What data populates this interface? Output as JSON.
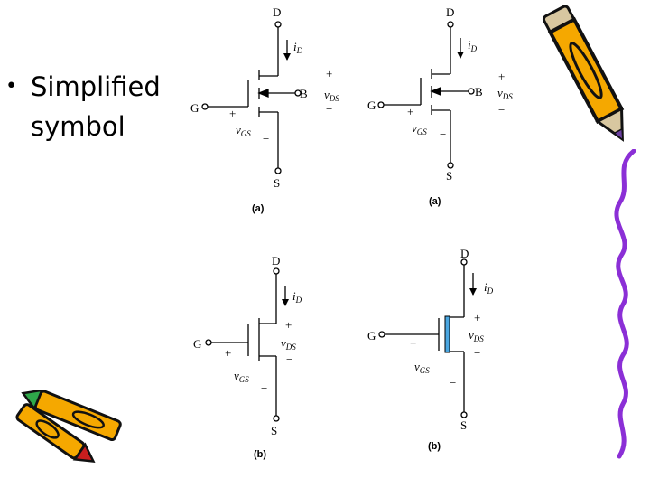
{
  "slide": {
    "bullet_glyph": "•",
    "bullet_line1": "Simplified",
    "bullet_line2": "symbol"
  },
  "circuits": [
    {
      "d": "D",
      "g": "G",
      "s": "S",
      "b": "B",
      "id_i": "i",
      "id_sub": "D",
      "vds_v": "v",
      "vds_sub": "DS",
      "vgs_v": "v",
      "vgs_sub": "GS",
      "plus": "+",
      "minus": "−",
      "caption": "(a)"
    },
    {
      "d": "D",
      "g": "G",
      "s": "S",
      "b": "B",
      "id_i": "i",
      "id_sub": "D",
      "vds_v": "v",
      "vds_sub": "DS",
      "vgs_v": "v",
      "vgs_sub": "GS",
      "plus": "+",
      "minus": "−",
      "caption": "(a)"
    },
    {
      "d": "D",
      "g": "G",
      "s": "S",
      "id_i": "i",
      "id_sub": "D",
      "vds_v": "v",
      "vds_sub": "DS",
      "vgs_v": "v",
      "vgs_sub": "GS",
      "plus": "+",
      "minus": "−",
      "caption": "(b)"
    },
    {
      "d": "D",
      "g": "G",
      "s": "S",
      "id_i": "i",
      "id_sub": "D",
      "vds_v": "v",
      "vds_sub": "DS",
      "vgs_v": "v",
      "vgs_sub": "GS",
      "plus": "+",
      "minus": "−",
      "caption": "(b)"
    }
  ],
  "colors": {
    "pencil_body": "#f5a800",
    "pencil_outline": "#111111",
    "pencil_tip": "#d8c7a0",
    "pencil_lead": "#6a3fa0",
    "clip_art_green": "#2fa84a",
    "clip_art_red": "#c81e1e",
    "squiggle": "#8b2fd6",
    "channel_fill": "#4aa6e0"
  },
  "icons": [
    "pencil-icon",
    "crayons-icon",
    "purple-squiggle-line"
  ]
}
